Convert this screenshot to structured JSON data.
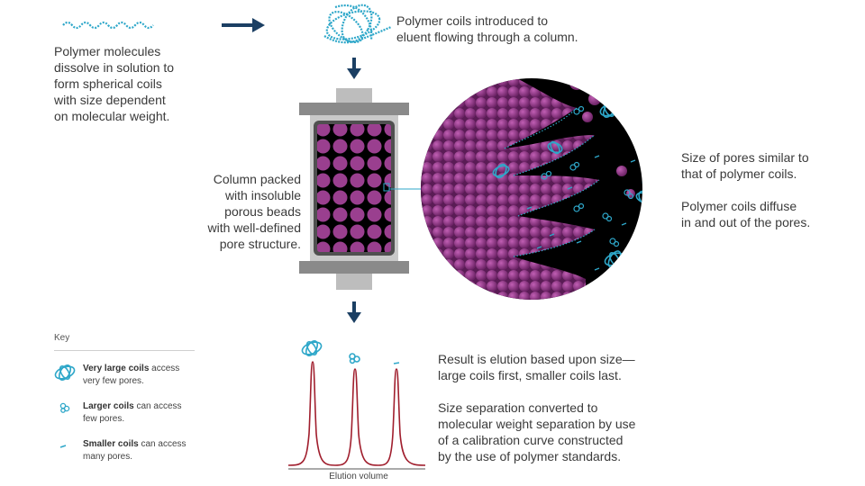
{
  "intro": {
    "lines": [
      "Polymer molecules",
      "dissolve in solution to",
      "form spherical coils",
      "with size dependent",
      "on molecular weight."
    ]
  },
  "coils_intro": {
    "lines": [
      "Polymer coils introduced to",
      "eluent flowing through a column."
    ]
  },
  "column_label": {
    "lines": [
      "Column packed",
      "with insoluble",
      "porous beads",
      "with well-defined",
      "pore structure."
    ]
  },
  "pores": {
    "p1": [
      "Size of pores similar to",
      "that of polymer coils."
    ],
    "p2": [
      "Polymer coils diffuse",
      "in and out of the pores."
    ]
  },
  "result": {
    "p1": [
      "Result is elution based upon size—",
      "large coils first, smaller coils last."
    ],
    "p2": [
      "Size separation converted to",
      "molecular weight separation by use",
      "of a calibration curve constructed",
      "by the use of polymer standards."
    ]
  },
  "chromatogram": {
    "axis_label": "Elution volume"
  },
  "key": {
    "title": "Key",
    "items": [
      {
        "bold": "Very large coils",
        "rest1": " access",
        "rest2": "very few pores."
      },
      {
        "bold": "Larger coils",
        "rest1": " can access",
        "rest2": "few pores."
      },
      {
        "bold": "Smaller coils",
        "rest1": " can access",
        "rest2": "many pores."
      }
    ]
  },
  "colors": {
    "navy": "#1b3f63",
    "coil": "#2ea7c9",
    "bead": "#9a3f8f",
    "bead_dark": "#6e2467",
    "peak": "#a01e2d",
    "steel": "#8a8a8a"
  },
  "icons": [
    "polymer-chain-icon",
    "arrow-right-icon",
    "arrow-down-icon",
    "coil-icon",
    "column-icon",
    "magnified-pore-icon",
    "peak-icon"
  ]
}
